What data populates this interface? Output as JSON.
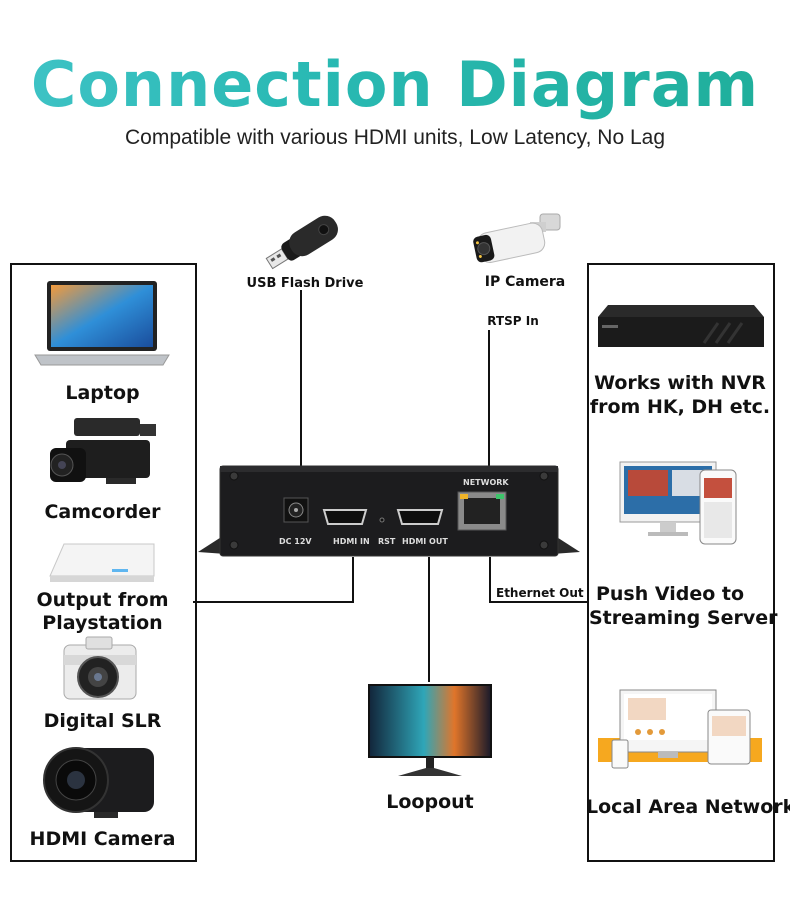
{
  "header": {
    "title": "Connection Diagram",
    "subtitle": "Compatible with various HDMI units, Low Latency, No Lag"
  },
  "top_devices": {
    "usb_label": "USB Flash Drive",
    "ipcam_label": "IP Camera",
    "rtsp_label": "RTSP In"
  },
  "left_sources": {
    "laptop": "Laptop",
    "camcorder": "Camcorder",
    "playstation_line1": "Output from",
    "playstation_line2": "Playstation",
    "dslr": "Digital SLR",
    "hdmi_camera": "HDMI Camera"
  },
  "encoder": {
    "dc_label": "DC 12V",
    "hdmi_in_label": "HDMI IN",
    "rst_label": "RST",
    "hdmi_out_label": "HDMI OUT",
    "network_label": "NETWORK"
  },
  "bottom": {
    "loopout_label": "Loopout",
    "ethernet_label": "Ethernet Out"
  },
  "right_outputs": {
    "nvr_line1": "Works with NVR",
    "nvr_line2": "from HK, DH etc.",
    "stream_line1": "Push Video to",
    "stream_line2": "Streaming Server",
    "lan": "Local Area Network"
  },
  "colors": {
    "title_gradient_start": "#3fc3c6",
    "title_gradient_end": "#1fae9a",
    "line": "#111111",
    "device_body": "#1c1c1e"
  }
}
